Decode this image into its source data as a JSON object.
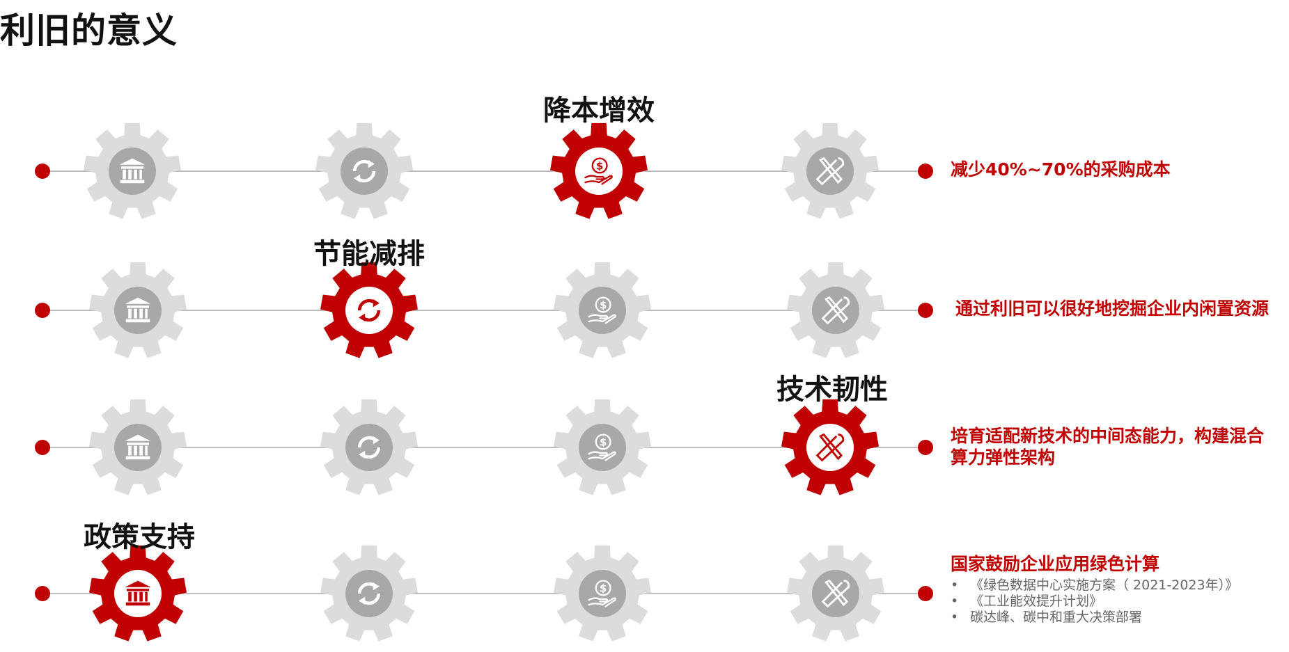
{
  "page_title": "利旧的意义",
  "colors": {
    "accent": "#c00000",
    "inactive_gear": "#dcdcdc",
    "inactive_center": "#a8a8a8",
    "line": "#bdbdbd"
  },
  "icons": [
    "bank-icon",
    "recycle-icon",
    "money-hand-icon",
    "tools-icon"
  ],
  "rows": [
    {
      "active_index": 2,
      "label": "降本增效",
      "description": "减少40%~70%的采购成本"
    },
    {
      "active_index": 1,
      "label": "节能减排",
      "description": "通过利旧可以很好地挖掘企业内闲置资源"
    },
    {
      "active_index": 3,
      "label": "技术韧性",
      "description": "培育适配新技术的中间态能力，构建混合算力弹性架构"
    },
    {
      "active_index": 0,
      "label": "政策支持",
      "description": "国家鼓励企业应用绿色计算",
      "bullets": [
        "《绿色数据中心实施方案（ 2021-2023年）》",
        "《工业能效提升计划》",
        "碳达峰、碳中和重大决策部署"
      ]
    }
  ]
}
